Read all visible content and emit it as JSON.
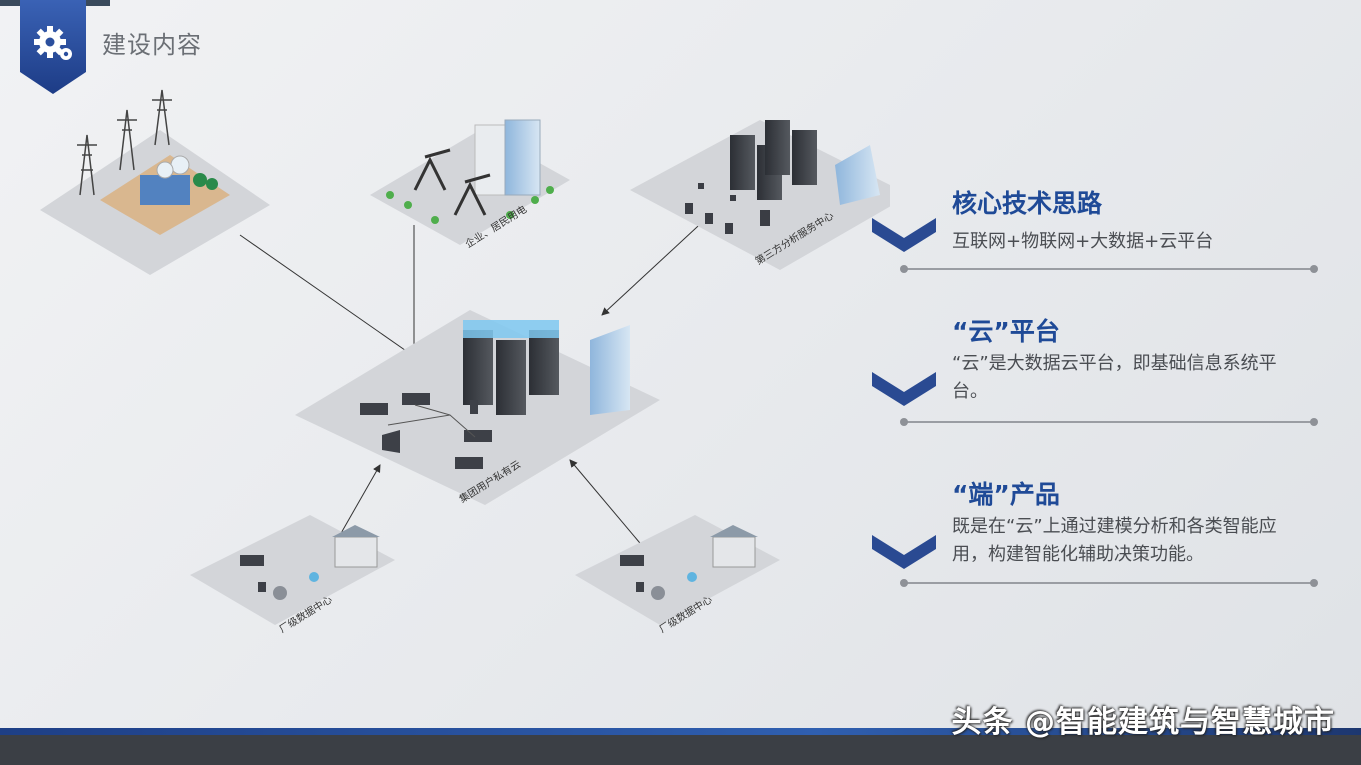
{
  "header": {
    "section_title": "建设内容",
    "badge_icon": "gear-icon"
  },
  "diagram": {
    "nodes": {
      "power_station": "",
      "enterprise": "企业、居民用电",
      "third_party": "第三方分析服务中心",
      "private_cloud": "集团用户私有云",
      "factory_left": "厂级数据中心",
      "factory_right": "厂级数据中心"
    }
  },
  "points": [
    {
      "title": "核心技术思路",
      "desc": "互联网+物联网+大数据+云平台"
    },
    {
      "title": "“云”平台",
      "desc": "“云”是大数据云平台，即基础信息系统平台。"
    },
    {
      "title": "“端”产品",
      "desc": "既是在“云”上通过建模分析和各类智能应用，构建智能化辅助决策功能。"
    }
  ],
  "watermark": "头条 @智能建筑与智慧城市",
  "colors": {
    "accent_blue": "#1f4a97",
    "chevron_blue": "#2a4a92",
    "footer_dark": "#3b3f45"
  }
}
